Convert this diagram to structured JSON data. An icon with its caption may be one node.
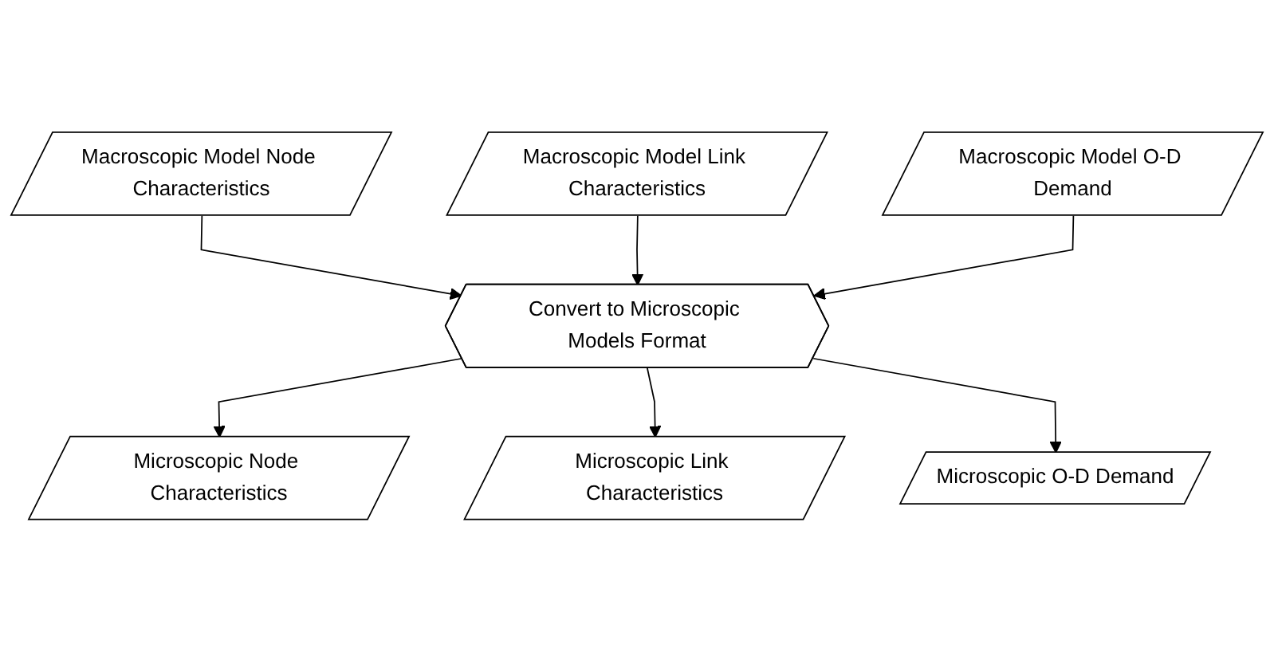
{
  "diagram": {
    "nodes": [
      {
        "text": [
          "Macroscopic Model Node Characteristics"
        ]
      },
      {
        "text": [
          "Macroscopic Model Link Characteristics"
        ]
      },
      {
        "text": [
          "Macroscopic Model O-D Demand"
        ]
      },
      {
        "text": [
          "Convert to Microscopic Models Format"
        ]
      },
      {
        "text": [
          "Microscopic Node Characteristics"
        ]
      },
      {
        "text": [
          "Microscopic Link Characteristics"
        ]
      },
      {
        "text": [
          "Microscopic O-D Demand"
        ]
      }
    ],
    "edges": [
      {
        "from": 0,
        "to": 3,
        "arrow": "to"
      },
      {
        "from": 1,
        "to": 3,
        "arrow": "to"
      },
      {
        "from": 2,
        "to": 3,
        "arrow": "to"
      },
      {
        "from": 3,
        "to": 4,
        "arrow": "to"
      },
      {
        "from": 3,
        "to": 5,
        "arrow": "to"
      },
      {
        "from": 3,
        "to": 6,
        "arrow": "to"
      }
    ]
  }
}
